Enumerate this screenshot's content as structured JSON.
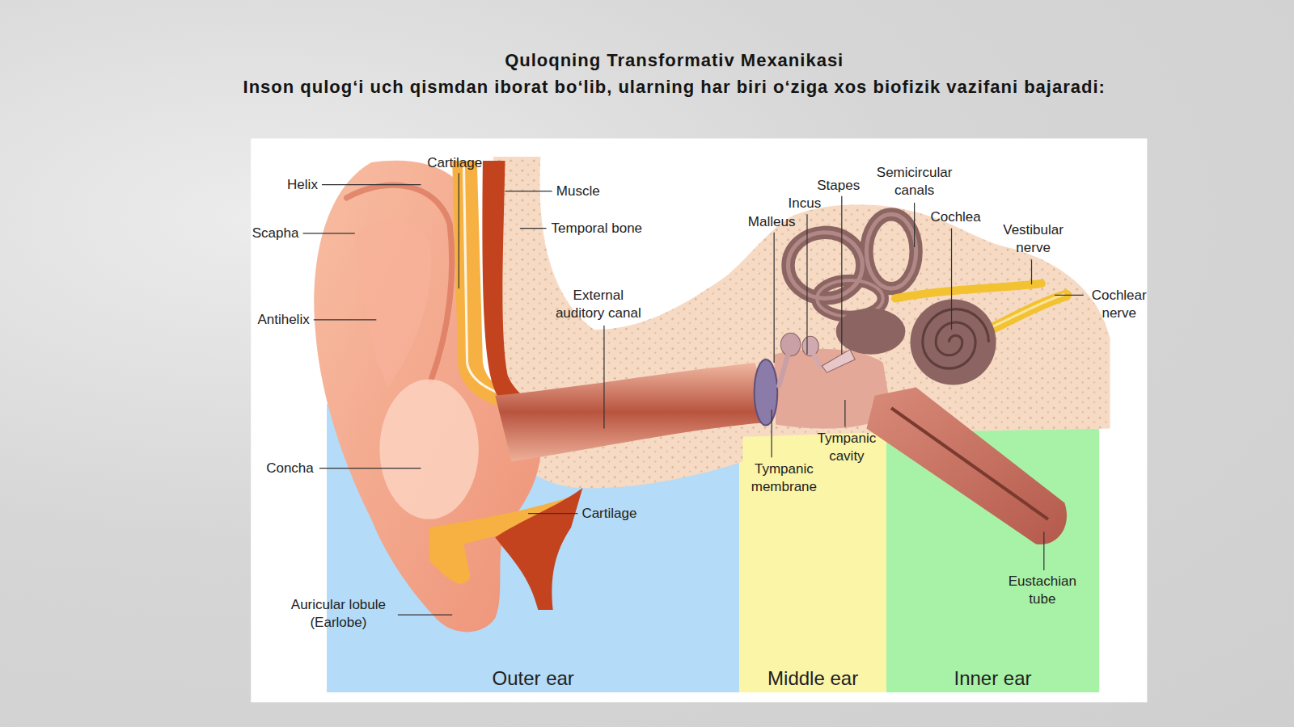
{
  "diagram": {
    "title": "Quloqning Transformativ Mexanikasi",
    "nodes": [
      {
        "text": [
          "Outer ear"
        ]
      },
      {
        "text": [
          "Middle ear"
        ]
      },
      {
        "text": [
          "Inner ear"
        ]
      }
    ],
    "labels": [
      "Inson qulog‘i uch qismdan iborat bo‘lib, ularning har biri o‘ziga xos biofizik vazifani bajaradi:",
      "Helix",
      "Cartilage",
      "Scapha",
      "Antihelix",
      "Muscle",
      "Temporal bone",
      "Semicircular canals",
      "Stapes",
      "Incus",
      "Malleus",
      "Cochlea",
      "Vestibular nerve",
      "External auditory canal",
      "Cochlear nerve",
      "Tympanic cavity",
      "Concha",
      "Tympanic membrane",
      "Cartilage",
      "Eustachian tube",
      "Auricular lobule (Earlobe)"
    ]
  }
}
